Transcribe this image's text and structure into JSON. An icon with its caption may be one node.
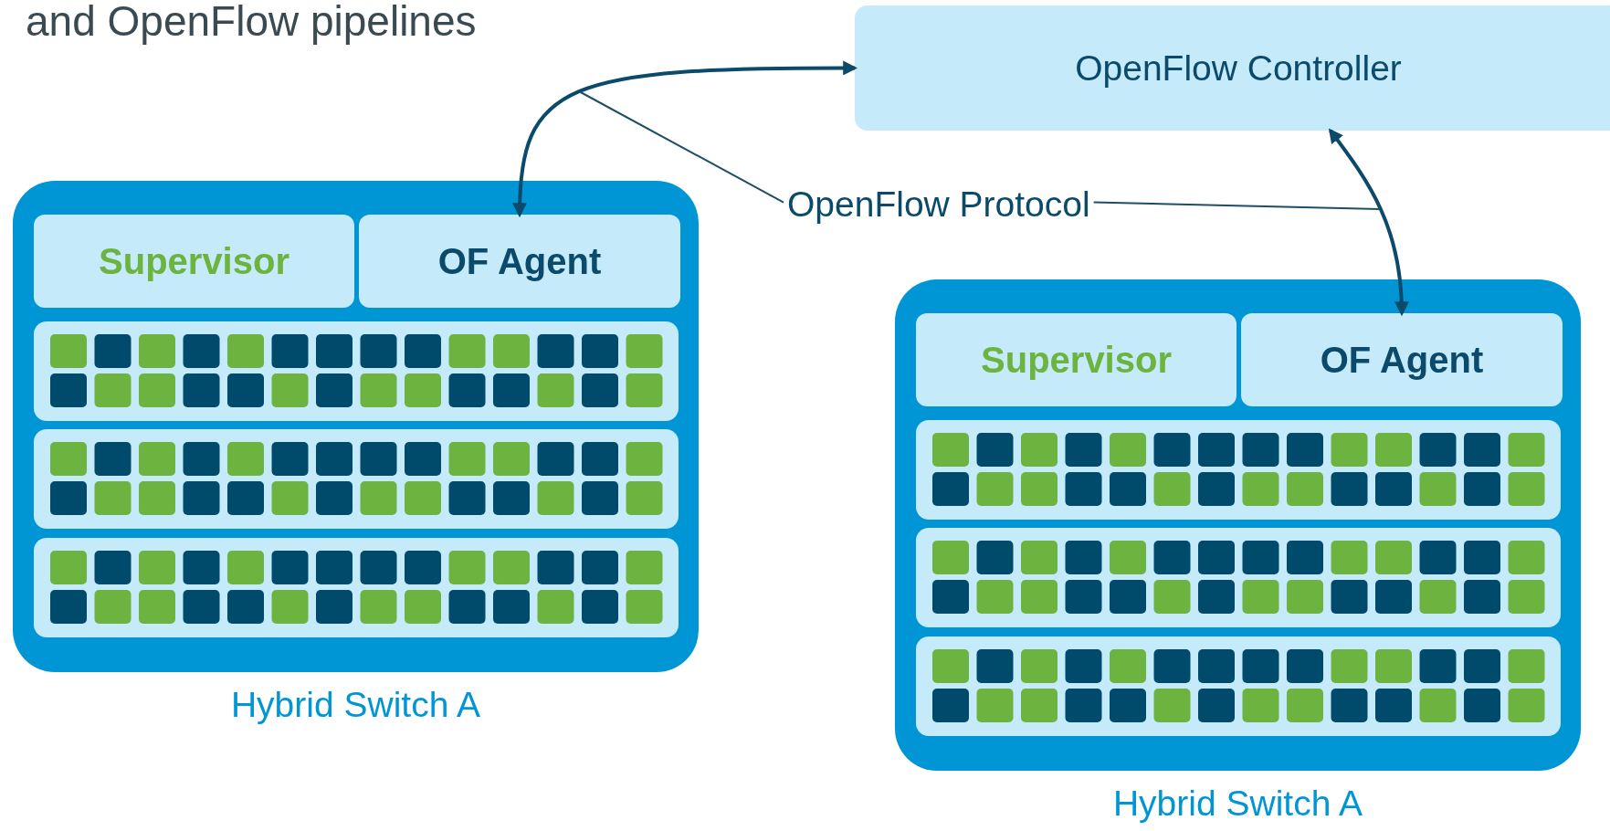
{
  "diagram": {
    "title": "and OpenFlow pipelines",
    "nodes": [
      {
        "text": [
          "OpenFlow Controller"
        ]
      },
      {
        "text": [
          "Hybrid Switch A"
        ]
      },
      {
        "text": [
          "Supervisor"
        ],
        "in": 1
      },
      {
        "text": [
          "OF Agent"
        ],
        "in": 1
      },
      {
        "text": [],
        "shape": "box",
        "in": 1
      },
      {
        "text": [],
        "shape": "box",
        "in": 1
      },
      {
        "text": [],
        "shape": "box",
        "in": 1
      },
      {
        "text": [
          "Hybrid Switch A"
        ]
      },
      {
        "text": [
          "Supervisor"
        ],
        "in": 7
      },
      {
        "text": [
          "OF Agent"
        ],
        "in": 7
      },
      {
        "text": [],
        "shape": "box",
        "in": 7
      },
      {
        "text": [],
        "shape": "box",
        "in": 7
      },
      {
        "text": [],
        "shape": "box",
        "in": 7
      },
      {
        "text": [
          "OpenFlow Protocol"
        ]
      }
    ],
    "edges": [
      {
        "from": 0,
        "to": 3,
        "arrow": "both"
      },
      {
        "from": 0,
        "to": 9,
        "arrow": "both"
      },
      {
        "from": 13,
        "to": null,
        "arrow": "none"
      },
      {
        "from": 13,
        "to": null,
        "arrow": "none"
      }
    ]
  }
}
